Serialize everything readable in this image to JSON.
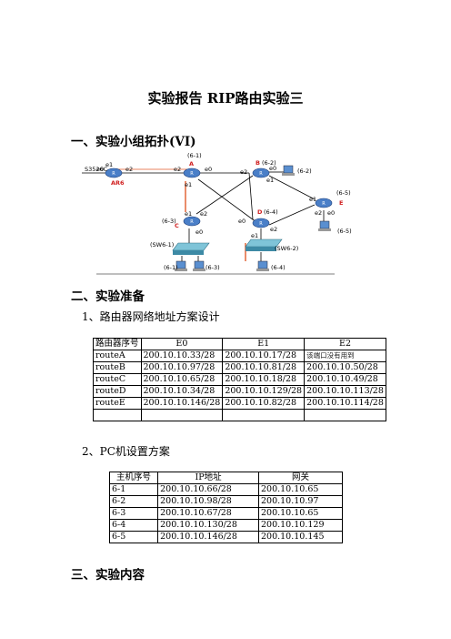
{
  "doc": {
    "title": "实验报告    RIP路由实验三",
    "section1": "一、实验小组拓扑(VI)",
    "section2": "二、实验准备",
    "sub1": "1、路由器网络地址方案设计",
    "sub2": "2、PC机设置方案",
    "section3": "三、实验内容"
  },
  "topology": {
    "s3526c": "S3526C",
    "ar6": "AR6",
    "router_a": {
      "id": "(6-1)",
      "letter": "A"
    },
    "router_b": {
      "letter": "B",
      "id": "(6-2)"
    },
    "router_c": {
      "letter": "C",
      "id": "(6-3)"
    },
    "router_d": {
      "letter": "D",
      "id": "(6-4)"
    },
    "router_e": {
      "letter": "E",
      "id": "(6-5)"
    },
    "sw1": "(SW6-1)",
    "sw2": "(SW6-2)",
    "pc_labels": [
      "(6-1)",
      "(6-3)",
      "(6-4)",
      "(6-2)",
      "(6-5)"
    ],
    "ports": {
      "e0": "e0",
      "e1": "e1",
      "e2": "e2"
    }
  },
  "router_table": {
    "headers": [
      "路由器序号",
      "E0",
      "E1",
      "E2"
    ],
    "rows": [
      [
        "routeA",
        "200.10.10.33/28",
        "200.10.10.17/28",
        "该端口没有用到"
      ],
      [
        "routeB",
        "200.10.10.97/28",
        "200.10.10.81/28",
        "200.10.10.50/28"
      ],
      [
        "routeC",
        "200.10.10.65/28",
        "200.10.10.18/28",
        "200.10.10.49/28"
      ],
      [
        "routeD",
        "200.10.10.34/28",
        "200.10.10.129/28",
        "200.10.10.113/28"
      ],
      [
        "routeE",
        "200.10.10.146/28",
        "200.10.10.82/28",
        "200.10.10.114/28"
      ],
      [
        "",
        "",
        "",
        ""
      ]
    ]
  },
  "pc_table": {
    "headers": [
      "主机序号",
      "IP地址",
      "网关"
    ],
    "rows": [
      [
        "6-1",
        "200.10.10.66/28",
        "200.10.10.65"
      ],
      [
        "6-2",
        "200.10.10.98/28",
        "200.10.10.97"
      ],
      [
        "6-3",
        "200.10.10.67/28",
        "200.10.10.65"
      ],
      [
        "6-4",
        "200.10.10.130/28",
        "200.10.10.129"
      ],
      [
        "6-5",
        "200.10.10.146/28",
        "200.10.10.145"
      ]
    ]
  }
}
